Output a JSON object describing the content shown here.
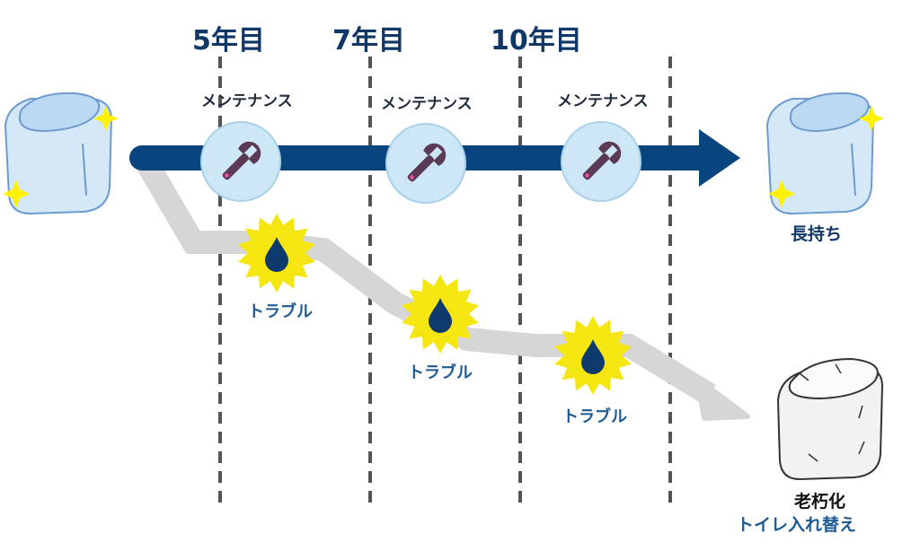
{
  "years": [
    "5年目",
    "7年目",
    "10年目"
  ],
  "maintenance_label": "メンテナンス",
  "trouble_label": "トラブル",
  "outcome_good": "長持ち",
  "outcome_bad_line1": "老朽化",
  "outcome_bad_line2": "トイレ入れ替え",
  "colors": {
    "arrow_blue": "#08447e",
    "trouble_yellow": "#f5e611",
    "drop_blue": "#0f3a6e",
    "wrench_purple": "#5a3a55",
    "circle_bg": "#cde7f6",
    "gray_path": "#d6d6d6",
    "dashed_line": "#545454"
  }
}
